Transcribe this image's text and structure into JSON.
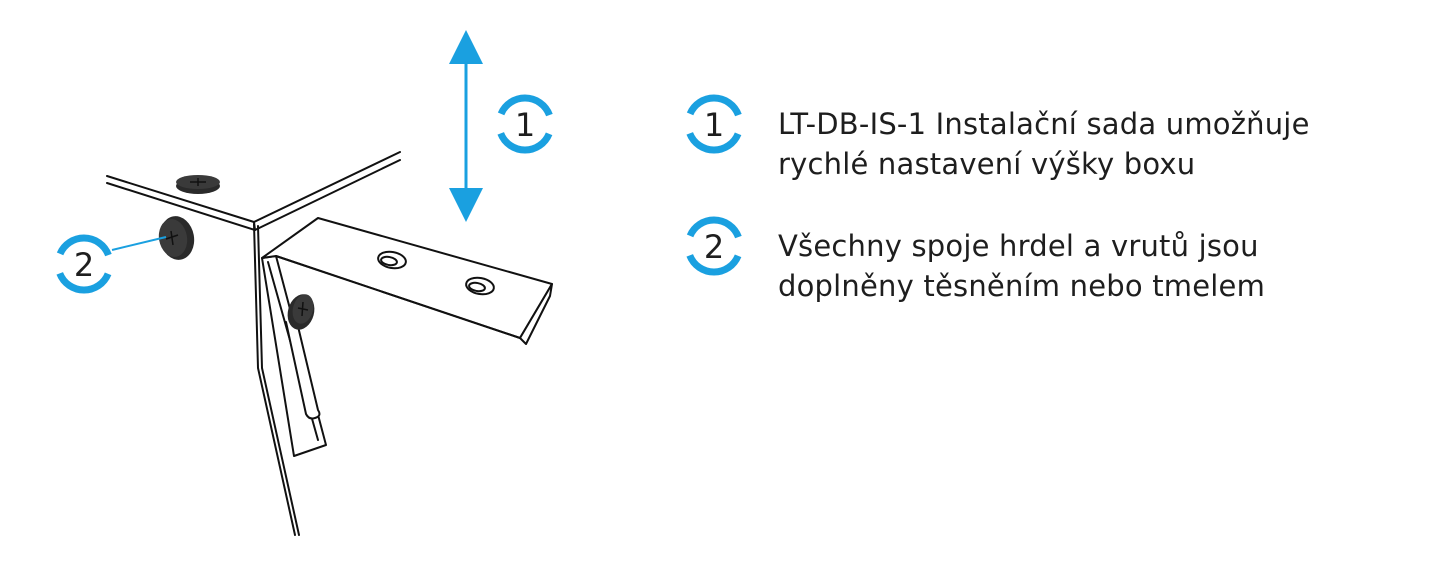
{
  "accent_color": "#1aa0e0",
  "line_color": "#111111",
  "screw_color": "#2a2a2a",
  "callouts": [
    {
      "number": "1",
      "meaning": "height-adjustment"
    },
    {
      "number": "2",
      "meaning": "sealed-screw-joint"
    }
  ],
  "legend": [
    {
      "number": "1",
      "text": "LT-DB-IS-1 Instalační sada umožňuje\nrychlé nastavení výšky boxu"
    },
    {
      "number": "2",
      "text": "Všechny spoje hrdel a vrutů jsou\ndoplněny těsněním nebo tmelem"
    }
  ],
  "icons": [
    "up-down-arrow-icon",
    "screw-icon",
    "mounting-bracket-icon"
  ]
}
